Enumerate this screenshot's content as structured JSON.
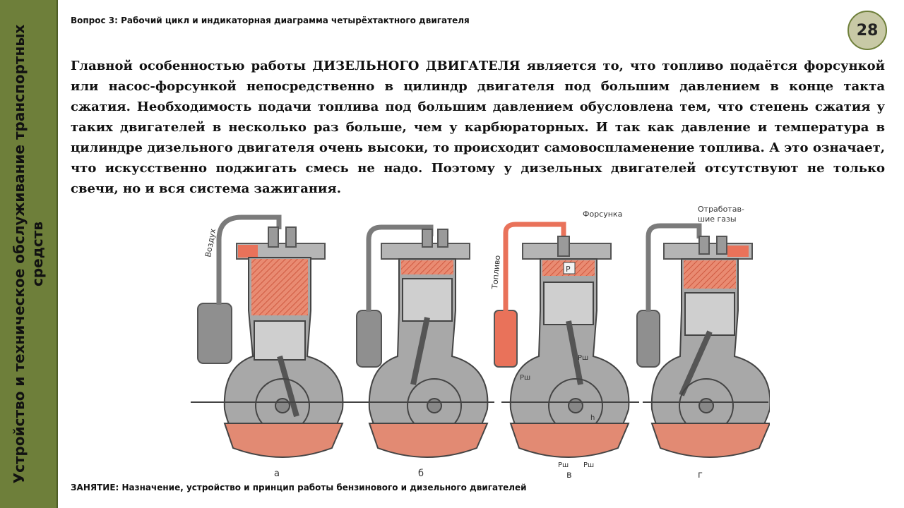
{
  "sidebar": {
    "title": "Устройство и техническое обслуживание транспортных средств"
  },
  "header": {
    "question": "Вопрос 3: Рабочий цикл и индикаторная диаграмма четырёхтактного двигателя",
    "page_number": "28"
  },
  "main": {
    "paragraph": "Главной особенностью работы ДИЗЕЛЬНОГО ДВИГАТЕЛЯ является то, что топливо подаётся форсункой или насос-форсункой непосредственно в цилиндр двигателя под большим давлением в конце такта сжатия. Необходимость подачи топлива под большим давлением обусловлена тем, что степень сжатия у таких двигателей в несколько раз больше, чем у карбюраторных. И так как давление и температура в цилиндре дизельного двигателя очень высоки, то происходит самовоспламенение топлива. А это означает, что искусственно поджигать смесь не надо. Поэтому у дизельных двигателей отсутствуют не только свечи, но и вся система зажигания."
  },
  "figure": {
    "labels": {
      "air": "Воздух",
      "injector": "Форсунка",
      "fuel": "Топливо",
      "exhaust_line1": "Отработав-",
      "exhaust_line2": "шие газы",
      "pressure": "P",
      "force_a": "Рш",
      "force_b": "Рш",
      "force_c": "Рш",
      "force_d": "Рш",
      "h": "h"
    },
    "captions": [
      "а",
      "б",
      "в",
      "г"
    ]
  },
  "footer": {
    "text": "ЗАНЯТИЕ: Назначение, устройство и принцип работы бензинового и дизельного двигателей"
  }
}
